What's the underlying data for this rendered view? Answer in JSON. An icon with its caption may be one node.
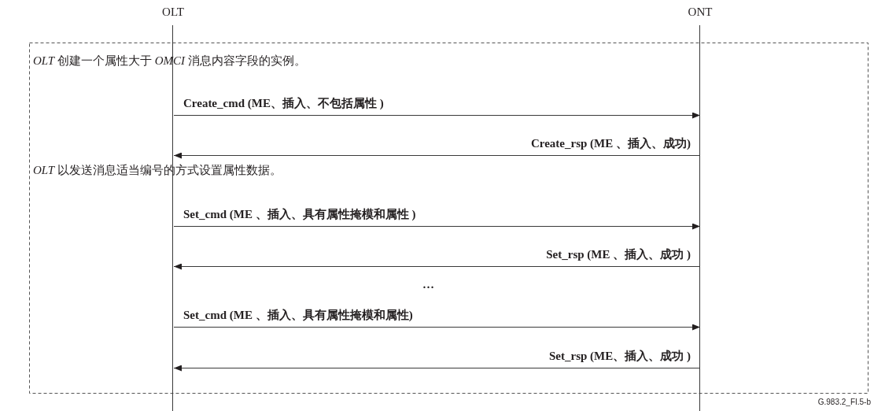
{
  "diagram": {
    "nodes": [
      {
        "text": [
          "OLT"
        ]
      },
      {
        "text": [
          "ONT"
        ]
      }
    ],
    "edges": [
      {
        "from": 0,
        "to": 1,
        "arrow": "to",
        "label": "Create_cmd (ME、插入、不包括属性 )"
      },
      {
        "from": 1,
        "to": 0,
        "arrow": "to",
        "label": "Create_rsp (ME 、插入、成功)"
      },
      {
        "from": 0,
        "to": 1,
        "arrow": "to",
        "label": "Set_cmd (ME 、插入、具有属性掩模和属性 )"
      },
      {
        "from": 1,
        "to": 0,
        "arrow": "to",
        "label": "Set_rsp (ME 、插入、成功 )"
      },
      {
        "from": 0,
        "to": 1,
        "arrow": "to",
        "label": "Set_cmd (ME 、插入、具有属性掩模和属性)"
      },
      {
        "from": 1,
        "to": 0,
        "arrow": "to",
        "label": "Set_rsp (ME、插入、成功 )"
      }
    ],
    "labels": [
      "*OLT* 创建一个属性大于 *OMCI* 消息内容字段的实例。",
      "*OLT* 以发送消息适当编号的方式设置属性数据。",
      "…",
      "G.983.2_FI.5-b"
    ]
  }
}
